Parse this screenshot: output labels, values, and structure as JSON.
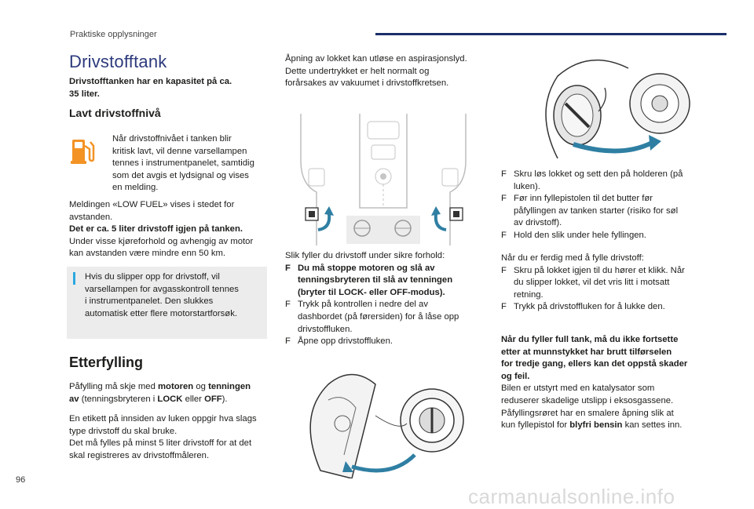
{
  "header": {
    "section": "Praktiske opplysninger"
  },
  "page_number": "96",
  "watermark": "carmanualsonline.info",
  "title": "Drivstofftank",
  "capacity_line1": "Drivstofftanken har en kapasitet på ca.",
  "capacity_line2": "35 liter.",
  "low_fuel": {
    "heading": "Lavt drivstoffnivå",
    "icon_text": [
      "Når drivstoffnivået i tanken blir",
      "kritisk lavt, vil denne varsellampen",
      "tennes i instrumentpanelet, samtidig",
      "som det avgis et lydsignal og vises",
      "en melding."
    ],
    "para1": [
      "Meldingen «LOW FUEL» vises i stedet for",
      "avstanden."
    ],
    "para_bold": "Det er ca. 5 liter drivstoff igjen på tanken.",
    "para2": [
      "Under visse kjøreforhold og avhengig av motor",
      "kan avstanden være mindre enn 50 km."
    ]
  },
  "info_box": [
    "Hvis du slipper opp for drivstoff, vil",
    "varsellampen for avgasskontroll tennes",
    "i instrumentpanelet. Den slukkes",
    "automatisk etter flere motorstartforsøk."
  ],
  "refuel": {
    "heading": "Etterfylling",
    "p1_pre": "Påfylling må skje med ",
    "p1_b1": "motoren",
    "p1_mid": " og ",
    "p1_b2": "tenningen",
    "p1_b3": "av",
    "p1_mid2": " (tenningsbryteren i ",
    "p1_b4": "LOCK",
    "p1_mid3": " eller ",
    "p1_b5": "OFF",
    "p1_end": ").",
    "p2": [
      "En etikett på innsiden av luken oppgir hva slags",
      "type drivstoff du skal bruke.",
      "Det må fylles på minst 5 liter drivstoff for at det",
      "skal registreres av drivstoffmåleren."
    ]
  },
  "middle": {
    "intro": [
      "Åpning av lokket kan utløse en aspirasjonslyd.",
      "Dette undertrykket er helt normalt og",
      "forårsakes av vakuumet i drivstoffkretsen."
    ],
    "safe_intro": "Slik fyller du drivstoff under sikre forhold:",
    "bullet_mark": "F",
    "bullets": [
      {
        "bold": true,
        "lines": [
          "Du må stoppe motoren og slå av",
          "tenningsbryteren til slå av tenningen",
          "(bryter til LOCK- eller OFF-modus)."
        ]
      },
      {
        "bold": false,
        "lines": [
          "Trykk på kontrollen i nedre del av",
          "dashbordet (på førersiden) for å låse opp",
          "drivstoffluken."
        ]
      },
      {
        "bold": false,
        "lines": [
          "Åpne opp drivstoffluken."
        ]
      }
    ]
  },
  "right": {
    "bullets1": [
      [
        "Skru løs lokket og sett den på holderen (på",
        "luken)."
      ],
      [
        "Før inn fyllepistolen til det butter før",
        "påfyllingen av tanken starter (risiko for søl",
        "av drivstoff)."
      ],
      [
        "Hold den slik under hele fyllingen."
      ]
    ],
    "done_intro": "Når du er ferdig med å fylle drivstoff:",
    "bullets2": [
      [
        "Skru på lokket igjen til du hører et klikk. Når",
        "du slipper lokket, vil det vris litt i motsatt",
        "retning."
      ],
      [
        "Trykk på drivstoffluken for å lukke den."
      ]
    ],
    "warning_bold": [
      "Når du fyller full tank, må du ikke fortsette",
      "etter at munnstykket har brutt tilførselen",
      "for tredje gang, ellers kan det oppstå skader",
      "og feil."
    ],
    "catalyst": [
      "Bilen er utstyrt med en katalysator som",
      "reduserer skadelige utslipp i eksosgassene.",
      "Påfyllingsrøret har en smalere åpning slik at"
    ],
    "last_pre": "kun fyllepistol for ",
    "last_bold": "blyfri bensin",
    "last_end": " kan settes inn."
  },
  "colors": {
    "accent_blue": "#2d3a7c",
    "info_blue": "#2aa7df",
    "fuel_icon": "#f39325",
    "arrow_blue": "#2f7fa3"
  }
}
